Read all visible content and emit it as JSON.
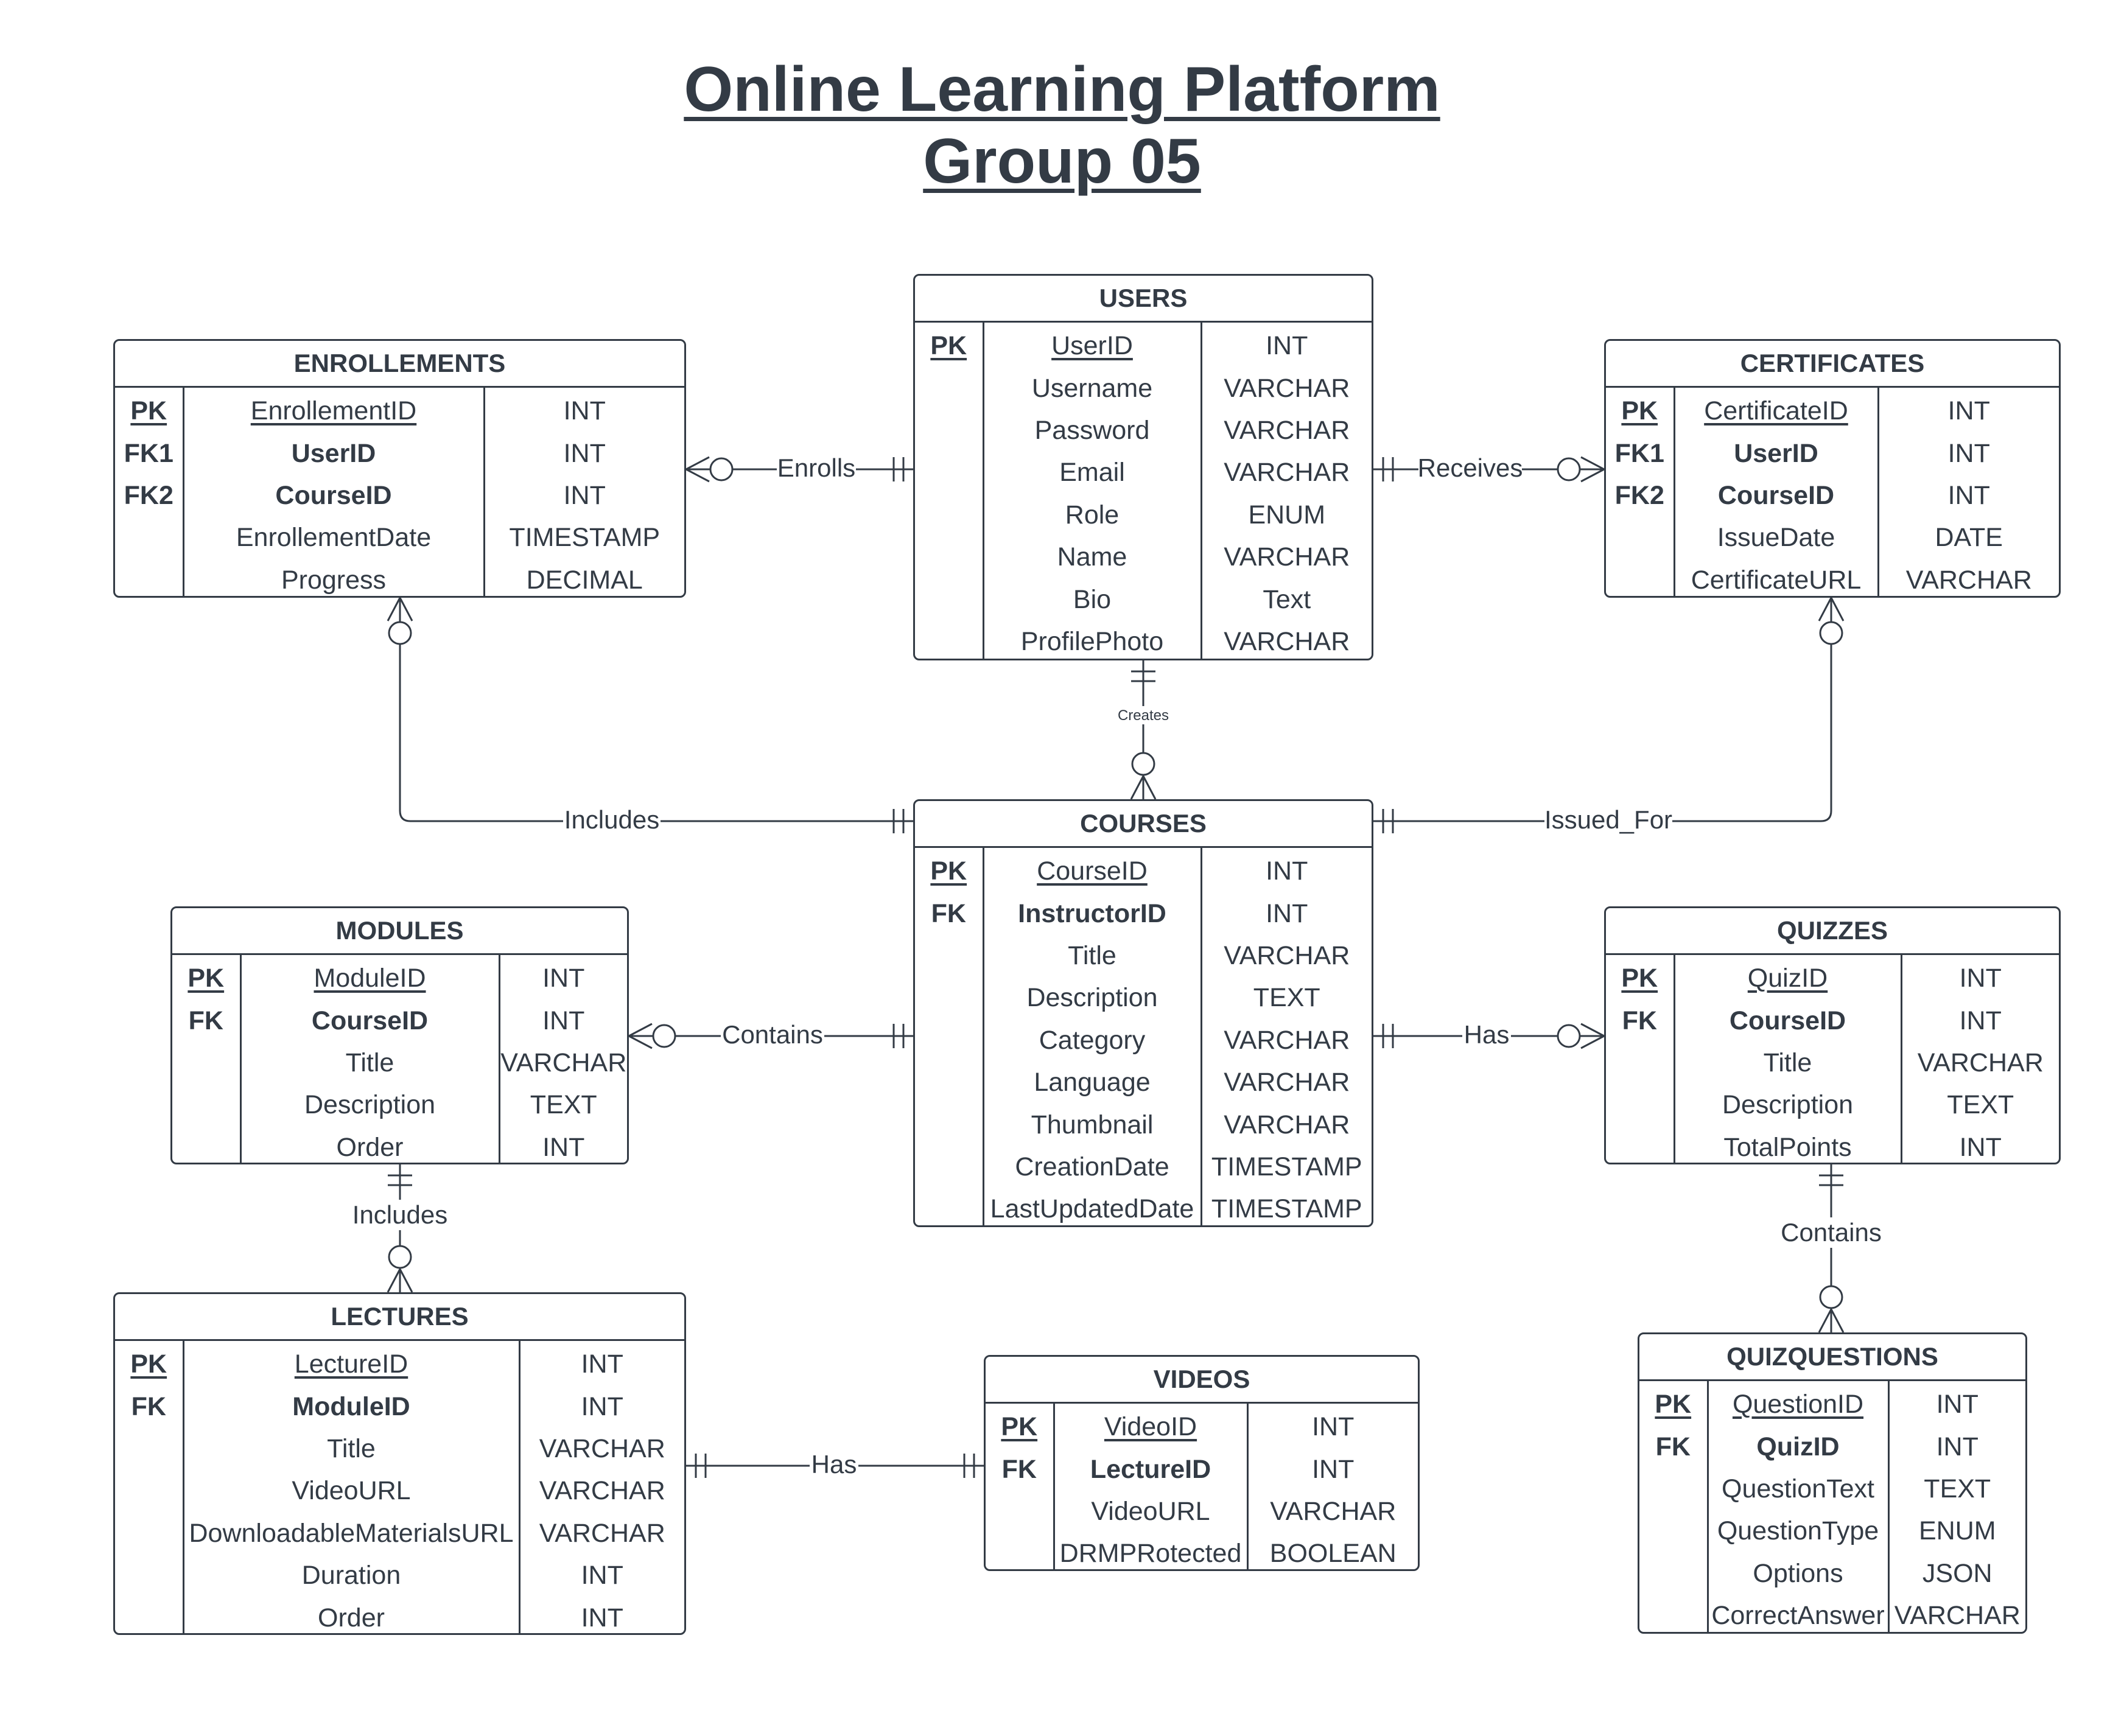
{
  "title": {
    "line1": "Online Learning Platform",
    "line2": "Group 05"
  },
  "entities": {
    "users": {
      "name": "USERS",
      "rows": [
        {
          "key": "PK",
          "field": "UserID",
          "type": "INT"
        },
        {
          "key": "",
          "field": "Username",
          "type": "VARCHAR"
        },
        {
          "key": "",
          "field": "Password",
          "type": "VARCHAR"
        },
        {
          "key": "",
          "field": "Email",
          "type": "VARCHAR"
        },
        {
          "key": "",
          "field": "Role",
          "type": "ENUM"
        },
        {
          "key": "",
          "field": "Name",
          "type": "VARCHAR"
        },
        {
          "key": "",
          "field": "Bio",
          "type": "Text"
        },
        {
          "key": "",
          "field": "ProfilePhoto",
          "type": "VARCHAR"
        }
      ]
    },
    "enrollements": {
      "name": "ENROLLEMENTS",
      "rows": [
        {
          "key": "PK",
          "field": "EnrollementID",
          "type": "INT"
        },
        {
          "key": "FK1",
          "field": "UserID",
          "type": "INT"
        },
        {
          "key": "FK2",
          "field": "CourseID",
          "type": "INT"
        },
        {
          "key": "",
          "field": "EnrollementDate",
          "type": "TIMESTAMP"
        },
        {
          "key": "",
          "field": "Progress",
          "type": "DECIMAL"
        }
      ]
    },
    "certificates": {
      "name": "CERTIFICATES",
      "rows": [
        {
          "key": "PK",
          "field": "CertificateID",
          "type": "INT"
        },
        {
          "key": "FK1",
          "field": "UserID",
          "type": "INT"
        },
        {
          "key": "FK2",
          "field": "CourseID",
          "type": "INT"
        },
        {
          "key": "",
          "field": "IssueDate",
          "type": "DATE"
        },
        {
          "key": "",
          "field": "CertificateURL",
          "type": "VARCHAR"
        }
      ]
    },
    "courses": {
      "name": "COURSES",
      "rows": [
        {
          "key": "PK",
          "field": "CourseID",
          "type": "INT"
        },
        {
          "key": "FK",
          "field": "InstructorID",
          "type": "INT"
        },
        {
          "key": "",
          "field": "Title",
          "type": "VARCHAR"
        },
        {
          "key": "",
          "field": "Description",
          "type": "TEXT"
        },
        {
          "key": "",
          "field": "Category",
          "type": "VARCHAR"
        },
        {
          "key": "",
          "field": "Language",
          "type": "VARCHAR"
        },
        {
          "key": "",
          "field": "Thumbnail",
          "type": "VARCHAR"
        },
        {
          "key": "",
          "field": "CreationDate",
          "type": "TIMESTAMP"
        },
        {
          "key": "",
          "field": "LastUpdatedDate",
          "type": "TIMESTAMP"
        }
      ]
    },
    "modules": {
      "name": "MODULES",
      "rows": [
        {
          "key": "PK",
          "field": "ModuleID",
          "type": "INT"
        },
        {
          "key": "FK",
          "field": "CourseID",
          "type": "INT"
        },
        {
          "key": "",
          "field": "Title",
          "type": "VARCHAR"
        },
        {
          "key": "",
          "field": "Description",
          "type": "TEXT"
        },
        {
          "key": "",
          "field": "Order",
          "type": "INT"
        }
      ]
    },
    "quizzes": {
      "name": "QUIZZES",
      "rows": [
        {
          "key": "PK",
          "field": "QuizID",
          "type": "INT"
        },
        {
          "key": "FK",
          "field": "CourseID",
          "type": "INT"
        },
        {
          "key": "",
          "field": "Title",
          "type": "VARCHAR"
        },
        {
          "key": "",
          "field": "Description",
          "type": "TEXT"
        },
        {
          "key": "",
          "field": "TotalPoints",
          "type": "INT"
        }
      ]
    },
    "lectures": {
      "name": "LECTURES",
      "rows": [
        {
          "key": "PK",
          "field": "LectureID",
          "type": "INT"
        },
        {
          "key": "FK",
          "field": "ModuleID",
          "type": "INT"
        },
        {
          "key": "",
          "field": "Title",
          "type": "VARCHAR"
        },
        {
          "key": "",
          "field": "VideoURL",
          "type": "VARCHAR"
        },
        {
          "key": "",
          "field": "DownloadableMaterialsURL",
          "type": "VARCHAR"
        },
        {
          "key": "",
          "field": "Duration",
          "type": "INT"
        },
        {
          "key": "",
          "field": "Order",
          "type": "INT"
        }
      ]
    },
    "videos": {
      "name": "VIDEOS",
      "rows": [
        {
          "key": "PK",
          "field": "VideoID",
          "type": "INT"
        },
        {
          "key": "FK",
          "field": "LectureID",
          "type": "INT"
        },
        {
          "key": "",
          "field": "VideoURL",
          "type": "VARCHAR"
        },
        {
          "key": "",
          "field": "DRMPRotected",
          "type": "BOOLEAN"
        }
      ]
    },
    "quizquestions": {
      "name": "QUIZQUESTIONS",
      "rows": [
        {
          "key": "PK",
          "field": "QuestionID",
          "type": "INT"
        },
        {
          "key": "FK",
          "field": "QuizID",
          "type": "INT"
        },
        {
          "key": "",
          "field": "QuestionText",
          "type": "TEXT"
        },
        {
          "key": "",
          "field": "QuestionType",
          "type": "ENUM"
        },
        {
          "key": "",
          "field": "Options",
          "type": "JSON"
        },
        {
          "key": "",
          "field": "CorrectAnswer",
          "type": "VARCHAR"
        }
      ]
    }
  },
  "relationships": {
    "enrolls": "Enrolls",
    "receives": "Receives",
    "creates": "Creates",
    "includes_enrollement": "Includes",
    "issued_for": "Issued_For",
    "contains_module": "Contains",
    "has_quiz": "Has",
    "includes_lecture": "Includes",
    "contains_question": "Contains",
    "has_video": "Has"
  }
}
